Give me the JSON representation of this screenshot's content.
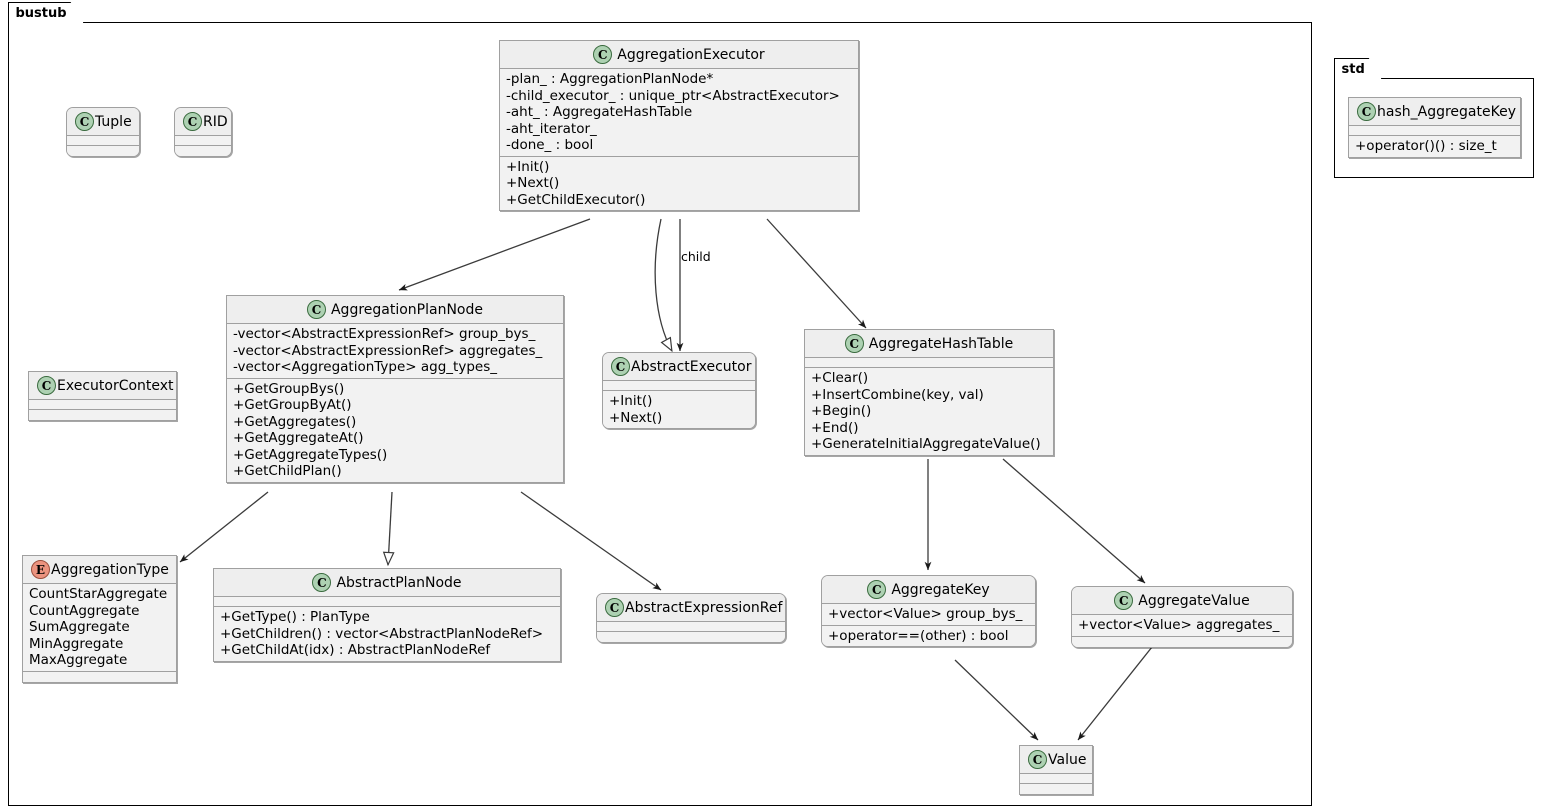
{
  "packages": [
    {
      "name": "bustub",
      "label": "bustub"
    },
    {
      "name": "std",
      "label": "std"
    }
  ],
  "nodes": {
    "aggregation_executor": {
      "stereotype": "C",
      "title": "AggregationExecutor",
      "attributes": [
        "-plan_ : AggregationPlanNode*",
        "-child_executor_ : unique_ptr<AbstractExecutor>",
        "-aht_ : AggregateHashTable",
        "-aht_iterator_",
        "-done_ : bool"
      ],
      "methods": [
        "+Init()",
        "+Next()",
        "+GetChildExecutor()"
      ]
    },
    "aggregation_plan_node": {
      "stereotype": "C",
      "title": "AggregationPlanNode",
      "attributes": [
        "-vector<AbstractExpressionRef> group_bys_",
        "-vector<AbstractExpressionRef> aggregates_",
        "-vector<AggregationType> agg_types_"
      ],
      "methods": [
        "+GetGroupBys()",
        "+GetGroupByAt()",
        "+GetAggregates()",
        "+GetAggregateAt()",
        "+GetAggregateTypes()",
        "+GetChildPlan()"
      ]
    },
    "abstract_executor": {
      "stereotype": "C",
      "title": "AbstractExecutor",
      "attributes": [],
      "methods": [
        "+Init()",
        "+Next()"
      ]
    },
    "aggregate_hash_table": {
      "stereotype": "C",
      "title": "AggregateHashTable",
      "attributes": [],
      "methods": [
        "+Clear()",
        "+InsertCombine(key, val)",
        "+Begin()",
        "+End()",
        "+GenerateInitialAggregateValue()"
      ]
    },
    "tuple": {
      "stereotype": "C",
      "title": "Tuple",
      "attributes": [],
      "methods": []
    },
    "rid": {
      "stereotype": "C",
      "title": "RID",
      "attributes": [],
      "methods": []
    },
    "executor_context": {
      "stereotype": "C",
      "title": "ExecutorContext",
      "attributes": [],
      "methods": []
    },
    "aggregation_type": {
      "stereotype": "E",
      "title": "AggregationType",
      "attributes": [
        "CountStarAggregate",
        "CountAggregate",
        "SumAggregate",
        "MinAggregate",
        "MaxAggregate"
      ],
      "methods": []
    },
    "abstract_plan_node": {
      "stereotype": "C",
      "title": "AbstractPlanNode",
      "attributes": [],
      "methods": [
        "+GetType() : PlanType",
        "+GetChildren() : vector<AbstractPlanNodeRef>",
        "+GetChildAt(idx) : AbstractPlanNodeRef"
      ]
    },
    "abstract_expression_ref": {
      "stereotype": "C",
      "title": "AbstractExpressionRef",
      "attributes": [],
      "methods": []
    },
    "aggregate_key": {
      "stereotype": "C",
      "title": "AggregateKey",
      "attributes": [
        "+vector<Value> group_bys_"
      ],
      "methods": [
        "+operator==(other) : bool"
      ]
    },
    "aggregate_value": {
      "stereotype": "C",
      "title": "AggregateValue",
      "attributes": [
        "+vector<Value> aggregates_"
      ],
      "methods": []
    },
    "value": {
      "stereotype": "C",
      "title": "Value",
      "attributes": [],
      "methods": []
    },
    "hash_aggregate_key": {
      "stereotype": "C",
      "title": "hash_AggregateKey",
      "attributes": [],
      "methods": [
        "+operator()() : size_t"
      ]
    }
  },
  "edges": [
    {
      "name": "aggregation-executor-to-aggregation-plan-node",
      "from": "AggregationExecutor",
      "to": "AggregationPlanNode",
      "type": "association",
      "label": ""
    },
    {
      "name": "aggregation-executor-to-abstract-executor-inherit",
      "from": "AggregationExecutor",
      "to": "AbstractExecutor",
      "type": "inheritance",
      "label": ""
    },
    {
      "name": "aggregation-executor-to-abstract-executor-child",
      "from": "AggregationExecutor",
      "to": "AbstractExecutor",
      "type": "association",
      "label": "child"
    },
    {
      "name": "aggregation-executor-to-aggregate-hash-table",
      "from": "AggregationExecutor",
      "to": "AggregateHashTable",
      "type": "association",
      "label": ""
    },
    {
      "name": "aggregation-plan-node-to-aggregation-type",
      "from": "AggregationPlanNode",
      "to": "AggregationType",
      "type": "association",
      "label": ""
    },
    {
      "name": "aggregation-plan-node-to-abstract-plan-node-inherit",
      "from": "AggregationPlanNode",
      "to": "AbstractPlanNode",
      "type": "inheritance",
      "label": ""
    },
    {
      "name": "aggregation-plan-node-to-abstract-expression-ref",
      "from": "AggregationPlanNode",
      "to": "AbstractExpressionRef",
      "type": "association",
      "label": ""
    },
    {
      "name": "aggregate-hash-table-to-aggregate-key",
      "from": "AggregateHashTable",
      "to": "AggregateKey",
      "type": "association",
      "label": ""
    },
    {
      "name": "aggregate-hash-table-to-aggregate-value",
      "from": "AggregateHashTable",
      "to": "AggregateValue",
      "type": "association",
      "label": ""
    },
    {
      "name": "aggregate-key-to-value",
      "from": "AggregateKey",
      "to": "Value",
      "type": "association",
      "label": ""
    },
    {
      "name": "aggregate-value-to-value",
      "from": "AggregateValue",
      "to": "Value",
      "type": "association",
      "label": ""
    }
  ],
  "colors": {
    "class_badge": "#ADD1B2",
    "enum_badge": "#EB937F",
    "node_header": "#EEEEEE",
    "node_body": "#F2F2F2",
    "border": "#A0A0A0",
    "frame": "#000000"
  },
  "labels": {
    "child": "child"
  }
}
